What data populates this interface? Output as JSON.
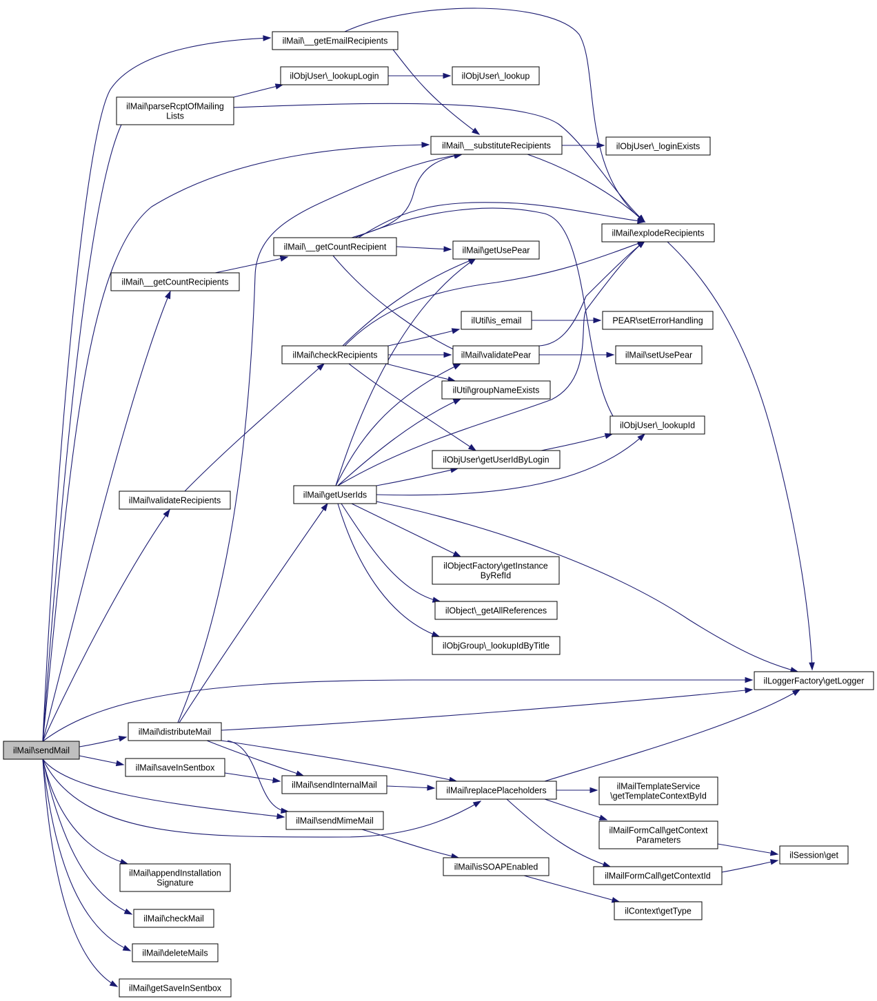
{
  "nodes": {
    "sendMail": {
      "label": "ilMail\\sendMail"
    },
    "getEmailRecipients": {
      "label": "ilMail\\__getEmailRecipients"
    },
    "lookupLogin": {
      "label": "ilObjUser\\_lookupLogin"
    },
    "objUserLookup": {
      "label": "ilObjUser\\_lookup"
    },
    "parseRcpt": {
      "label": "ilMail\\parseRcptOfMailing\nLists"
    },
    "substituteRecipients": {
      "label": "ilMail\\__substituteRecipients"
    },
    "loginExists": {
      "label": "ilObjUser\\_loginExists"
    },
    "explodeRecipients": {
      "label": "ilMail\\explodeRecipients"
    },
    "getCountRecipient": {
      "label": "ilMail\\__getCountRecipient"
    },
    "getUsePear": {
      "label": "ilMail\\getUsePear"
    },
    "getCountRecipients": {
      "label": "ilMail\\__getCountRecipients"
    },
    "isEmail": {
      "label": "ilUtil\\is_email"
    },
    "setErrorHandling": {
      "label": "PEAR\\setErrorHandling"
    },
    "checkRecipients": {
      "label": "ilMail\\checkRecipients"
    },
    "validatePear": {
      "label": "ilMail\\validatePear"
    },
    "setUsePear": {
      "label": "ilMail\\setUsePear"
    },
    "groupNameExists": {
      "label": "ilUtil\\groupNameExists"
    },
    "lookupId": {
      "label": "ilObjUser\\_lookupId"
    },
    "getUserIdByLogin": {
      "label": "ilObjUser\\getUserIdByLogin"
    },
    "validateRecipients": {
      "label": "ilMail\\validateRecipients"
    },
    "getUserIds": {
      "label": "ilMail\\getUserIds"
    },
    "getInstanceByRefId": {
      "label": "ilObjectFactory\\getInstance\nByRefId"
    },
    "getAllReferences": {
      "label": "ilObject\\_getAllReferences"
    },
    "lookupIdByTitle": {
      "label": "ilObjGroup\\_lookupIdByTitle"
    },
    "getLogger": {
      "label": "ilLoggerFactory\\getLogger"
    },
    "distributeMail": {
      "label": "ilMail\\distributeMail"
    },
    "saveInSentbox": {
      "label": "ilMail\\saveInSentbox"
    },
    "sendInternalMail": {
      "label": "ilMail\\sendInternalMail"
    },
    "replacePlaceholders": {
      "label": "ilMail\\replacePlaceholders"
    },
    "getTemplateContextById": {
      "label": "ilMailTemplateService\n\\getTemplateContextById"
    },
    "sendMimeMail": {
      "label": "ilMail\\sendMimeMail"
    },
    "getContextParameters": {
      "label": "ilMailFormCall\\getContext\nParameters"
    },
    "sessionGet": {
      "label": "ilSession\\get"
    },
    "isSOAPEnabled": {
      "label": "ilMail\\isSOAPEnabled"
    },
    "getContextId": {
      "label": "ilMailFormCall\\getContextId"
    },
    "appendSignature": {
      "label": "ilMail\\appendInstallation\nSignature"
    },
    "contextGetType": {
      "label": "ilContext\\getType"
    },
    "checkMail": {
      "label": "ilMail\\checkMail"
    },
    "deleteMails": {
      "label": "ilMail\\deleteMails"
    },
    "getSaveInSentbox": {
      "label": "ilMail\\getSaveInSentbox"
    }
  },
  "edges": [
    [
      "sendMail",
      "getEmailRecipients"
    ],
    [
      "sendMail",
      "parseRcpt"
    ],
    [
      "sendMail",
      "substituteRecipients"
    ],
    [
      "sendMail",
      "getCountRecipients"
    ],
    [
      "sendMail",
      "validateRecipients"
    ],
    [
      "sendMail",
      "getLogger"
    ],
    [
      "sendMail",
      "distributeMail"
    ],
    [
      "sendMail",
      "saveInSentbox"
    ],
    [
      "sendMail",
      "sendMimeMail"
    ],
    [
      "sendMail",
      "replacePlaceholders"
    ],
    [
      "sendMail",
      "appendSignature"
    ],
    [
      "sendMail",
      "checkMail"
    ],
    [
      "sendMail",
      "deleteMails"
    ],
    [
      "sendMail",
      "getSaveInSentbox"
    ],
    [
      "getEmailRecipients",
      "substituteRecipients"
    ],
    [
      "getEmailRecipients",
      "explodeRecipients"
    ],
    [
      "parseRcpt",
      "lookupLogin"
    ],
    [
      "parseRcpt",
      "explodeRecipients"
    ],
    [
      "lookupLogin",
      "objUserLookup"
    ],
    [
      "substituteRecipients",
      "loginExists"
    ],
    [
      "substituteRecipients",
      "explodeRecipients"
    ],
    [
      "getCountRecipients",
      "getCountRecipient"
    ],
    [
      "getCountRecipient",
      "substituteRecipients"
    ],
    [
      "getCountRecipient",
      "explodeRecipients"
    ],
    [
      "getCountRecipient",
      "getUsePear"
    ],
    [
      "getCountRecipient",
      "validatePear"
    ],
    [
      "getCountRecipient",
      "lookupId"
    ],
    [
      "explodeRecipients",
      "getLogger"
    ],
    [
      "validateRecipients",
      "checkRecipients"
    ],
    [
      "checkRecipients",
      "getUsePear"
    ],
    [
      "checkRecipients",
      "explodeRecipients"
    ],
    [
      "checkRecipients",
      "isEmail"
    ],
    [
      "checkRecipients",
      "validatePear"
    ],
    [
      "checkRecipients",
      "groupNameExists"
    ],
    [
      "checkRecipients",
      "getUserIdByLogin"
    ],
    [
      "isEmail",
      "setErrorHandling"
    ],
    [
      "validatePear",
      "setUsePear"
    ],
    [
      "validatePear",
      "explodeRecipients"
    ],
    [
      "getUserIdByLogin",
      "lookupId"
    ],
    [
      "getUserIds",
      "getUsePear"
    ],
    [
      "getUserIds",
      "validatePear"
    ],
    [
      "getUserIds",
      "groupNameExists"
    ],
    [
      "getUserIds",
      "explodeRecipients"
    ],
    [
      "getUserIds",
      "getUserIdByLogin"
    ],
    [
      "getUserIds",
      "lookupId"
    ],
    [
      "getUserIds",
      "getInstanceByRefId"
    ],
    [
      "getUserIds",
      "getAllReferences"
    ],
    [
      "getUserIds",
      "lookupIdByTitle"
    ],
    [
      "getUserIds",
      "getLogger"
    ],
    [
      "distributeMail",
      "substituteRecipients"
    ],
    [
      "distributeMail",
      "getUserIds"
    ],
    [
      "distributeMail",
      "getLogger"
    ],
    [
      "distributeMail",
      "sendInternalMail"
    ],
    [
      "distributeMail",
      "sendMimeMail"
    ],
    [
      "distributeMail",
      "replacePlaceholders"
    ],
    [
      "saveInSentbox",
      "sendInternalMail"
    ],
    [
      "sendInternalMail",
      "replacePlaceholders"
    ],
    [
      "replacePlaceholders",
      "getTemplateContextById"
    ],
    [
      "replacePlaceholders",
      "getContextParameters"
    ],
    [
      "replacePlaceholders",
      "getContextId"
    ],
    [
      "replacePlaceholders",
      "getLogger"
    ],
    [
      "sendMimeMail",
      "isSOAPEnabled"
    ],
    [
      "getContextParameters",
      "sessionGet"
    ],
    [
      "getContextId",
      "sessionGet"
    ],
    [
      "isSOAPEnabled",
      "contextGetType"
    ]
  ],
  "colors": {
    "edge": "#191970",
    "root_fill": "#bfbfbf",
    "node_fill": "#ffffff",
    "node_border": "#000000"
  }
}
